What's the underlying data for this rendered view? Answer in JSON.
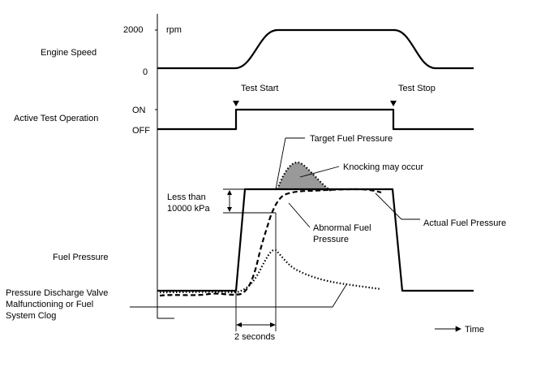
{
  "labels": {
    "engine_speed": "Engine Speed",
    "rpm_2000": "2000",
    "rpm_unit": "rpm",
    "rpm_0": "0",
    "active_test": "Active Test Operation",
    "on": "ON",
    "off": "OFF",
    "test_start": "Test Start",
    "test_stop": "Test Stop",
    "target_fuel_pressure": "Target Fuel Pressure",
    "knocking": "Knocking may occur",
    "less_than_1": "Less than",
    "less_than_2": "10000 kPa",
    "abnormal_1": "Abnormal Fuel",
    "abnormal_2": "Pressure",
    "actual_fuel_pressure": "Actual Fuel Pressure",
    "fuel_pressure": "Fuel Pressure",
    "pdv_1": "Pressure Discharge Valve",
    "pdv_2": "Malfunctioning or Fuel",
    "pdv_3": "System Clog",
    "two_seconds": "2 seconds",
    "time": "Time"
  }
}
